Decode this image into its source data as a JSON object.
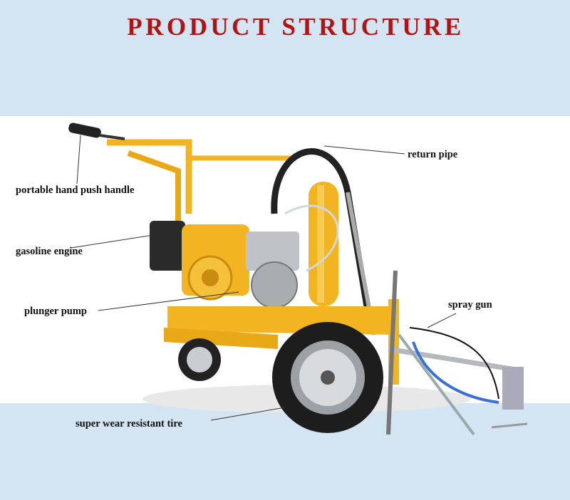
{
  "title": "PRODUCT STRUCTURE",
  "labels": {
    "return_pipe": "return pipe",
    "handle": "portable hand push handle",
    "engine": "gasoline engine",
    "pump": "plunger pump",
    "spray_gun": "spray gun",
    "tire": "super wear resistant tire"
  },
  "colors": {
    "title": "#b31212",
    "background_band": "#d3e5f3",
    "frame": "#f2b420"
  }
}
